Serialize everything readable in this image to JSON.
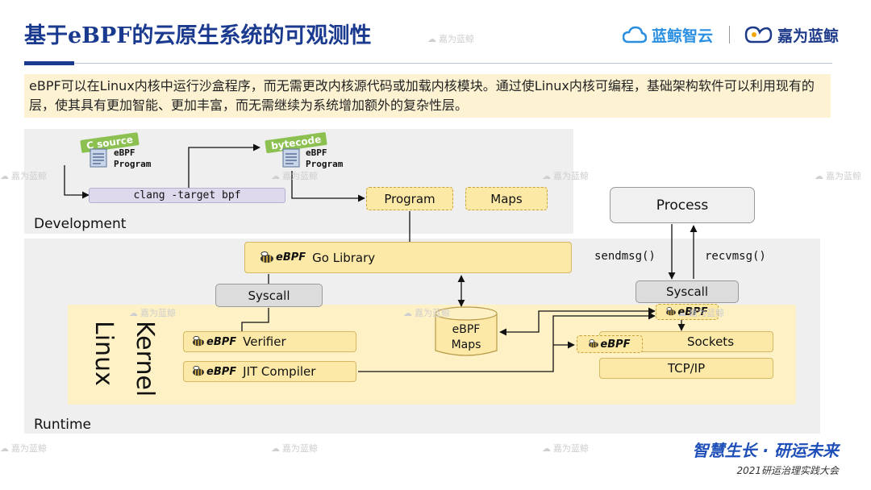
{
  "header": {
    "title": "基于eBPF的云原生系统的可观测性",
    "logo_left": "蓝鲸智云",
    "logo_right": "嘉为蓝鲸"
  },
  "intro": "eBPF可以在Linux内核中运行沙盒程序，而无需更改内核源代码或加载内核模块。通过使Linux内核可编程，基础架构软件可以利用现有的层，使其具有更加智能、更加丰富，而无需继续为系统增加额外的复杂性层。",
  "diagram": {
    "regions": {
      "development": "Development",
      "runtime": "Runtime"
    },
    "kernel_label": {
      "line1": "Linux",
      "line2": "Kernel"
    },
    "c_source_tag": "C source",
    "c_source_doc": {
      "line1": "eBPF",
      "line2": "Program"
    },
    "bytecode_tag": "bytecode",
    "bytecode_doc": {
      "line1": "eBPF",
      "line2": "Program"
    },
    "clang": "clang -target bpf",
    "program": "Program",
    "maps": "Maps",
    "ebpf_logo": "eBPF",
    "go_library": "Go Library",
    "syscall_left": "Syscall",
    "syscall_right": "Syscall",
    "verifier": "Verifier",
    "jit": "JIT Compiler",
    "ebpf_maps": {
      "line1": "eBPF",
      "line2": "Maps"
    },
    "process": "Process",
    "sendmsg": "sendmsg()",
    "recvmsg": "recvmsg()",
    "sockets": "Sockets",
    "tcpip": "TCP/IP"
  },
  "watermark": "嘉为蓝鲸",
  "footer": {
    "slogan": "智慧生长 · 研运未来",
    "event": "2021研运治理实践大会"
  },
  "colors": {
    "title": "#1a3a8f",
    "accent_yellow": "#fce9a8",
    "kernel_band": "#fef1c5",
    "gray_box": "#dcdcdc",
    "tag_green": "#8cc152",
    "footer_blue": "#1e4fb8"
  }
}
